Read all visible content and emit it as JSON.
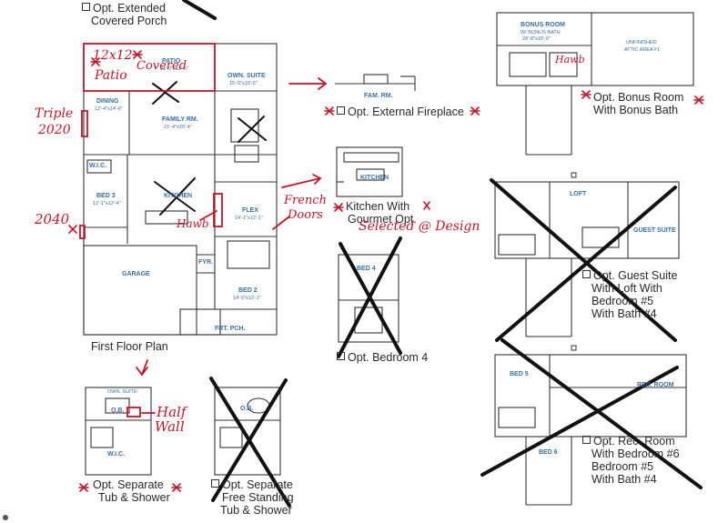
{
  "captions": {
    "porch": [
      "Opt. Extended",
      "Covered Porch"
    ],
    "first_floor": "First Floor Plan",
    "fireplace": "Opt. External Fireplace",
    "kitchen": [
      "Kitchen With",
      "Gourmet Opt."
    ],
    "bedroom4": "Opt. Bedroom 4",
    "bonus": [
      "Opt. Bonus Room",
      "With Bonus Bath"
    ],
    "guest": [
      "Opt. Guest Suite",
      "With Loft With",
      "Bedroom #5",
      "With Bath #4"
    ],
    "rec": [
      "Opt. Rec. Room",
      "With Bedroom #6",
      "Bedroom #5",
      "With Bath #4"
    ],
    "tub": [
      "Opt. Separate",
      "Tub & Shower"
    ],
    "freestanding": [
      "Opt. Separate",
      "Free Standing",
      "Tub & Shower"
    ]
  },
  "rooms": {
    "patio": "PATIO",
    "patio_dim": "21'-0\"x12'-6\"",
    "own_suite": "OWN. SUITE",
    "own_suite_dim": "15'-5\"x16'-5\"",
    "dining": "DINING",
    "dining_dim": "12'-4\"x14'-6\"",
    "family": "FAMILY RM.",
    "family_dim": "21'-4\"x20'-4\"",
    "bed3": "BED 3",
    "bed3_dim": "12'-1\"x12'-4\"",
    "kitchen": "KITCHEN",
    "flex": "FLEX",
    "flex_dim": "14'-1\"x12'-1\"",
    "garage": "GARAGE",
    "fyr": "FYR.",
    "bed2": "BED 2",
    "bed2_dim": "14'-5\"x12'-1\"",
    "frt_pch": "FRT. PCH.",
    "wic": "W.I.C.",
    "fam_rm": "FAM. RM.",
    "kitchen_opt": "KITCHEN",
    "bonus_room": "BONUS ROOM",
    "bonus_room_sub": "W/ BONUS BATH",
    "bonus_room_dim": "28'-8\"x15'-0\"",
    "unfinished": "UNFINISHED",
    "attic": "ATTIC AREA #1",
    "bed4": "BED 4",
    "loft": "LOFT",
    "guest_suite": "GUEST SUITE",
    "bed5": "BED 5",
    "bed6": "BED 6",
    "rec_room": "REC. ROOM",
    "ob": "O.B.",
    "own_suite_small": "OWN. SUITE"
  },
  "notes": {
    "size": "12x12",
    "covered": "Covered",
    "patio": "Patio",
    "triple": [
      "Triple",
      "2020"
    ],
    "window": "2040",
    "french": [
      "French",
      "Doors"
    ],
    "selected": "Selected @ Design",
    "half": [
      "Half",
      "Wall"
    ],
    "hawb": "Hawb"
  },
  "colors": {
    "ink": "#c4162a",
    "plan_line": "#333333",
    "plan_text": "#3a6ea5",
    "cross": "#111111"
  }
}
